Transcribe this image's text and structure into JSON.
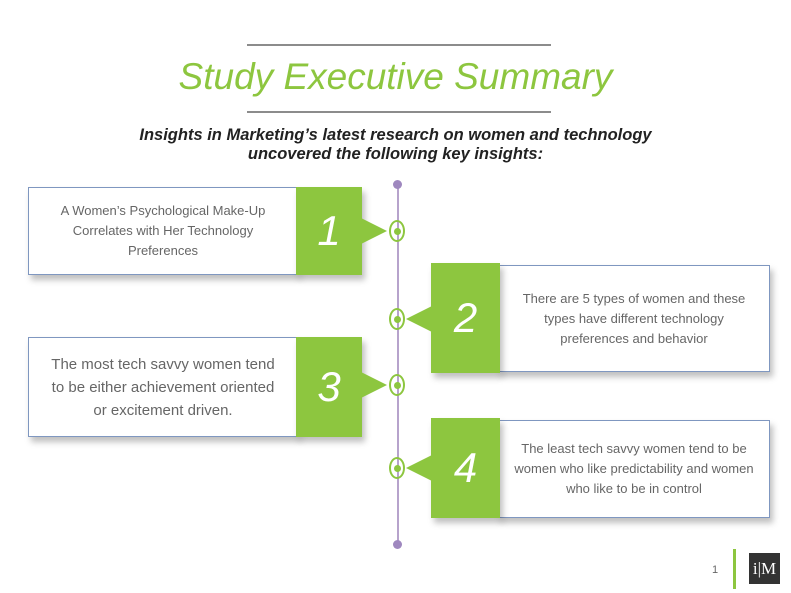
{
  "title": "Study Executive Summary",
  "subtitle_line1": "Insights in Marketing’s latest research on women and technology",
  "subtitle_line2": "uncovered the following key insights:",
  "insights": [
    {
      "number": "1",
      "text": "A Women’s Psychological Make-Up Correlates with Her Technology Preferences"
    },
    {
      "number": "2",
      "text": "There are 5 types of women and these types have different  technology preferences and behavior"
    },
    {
      "number": "3",
      "text": "The most tech savvy women tend to be either achievement oriented or excitement driven."
    },
    {
      "number": "4",
      "text": "The least tech savvy women tend to be women who like predictability and women who like to be in control"
    }
  ],
  "footer": {
    "page_number": "1",
    "logo_text": "i|M"
  },
  "colors": {
    "accent": "#8dc63f",
    "timeline": "#b7a3cc",
    "box_border": "#7f97c0"
  }
}
